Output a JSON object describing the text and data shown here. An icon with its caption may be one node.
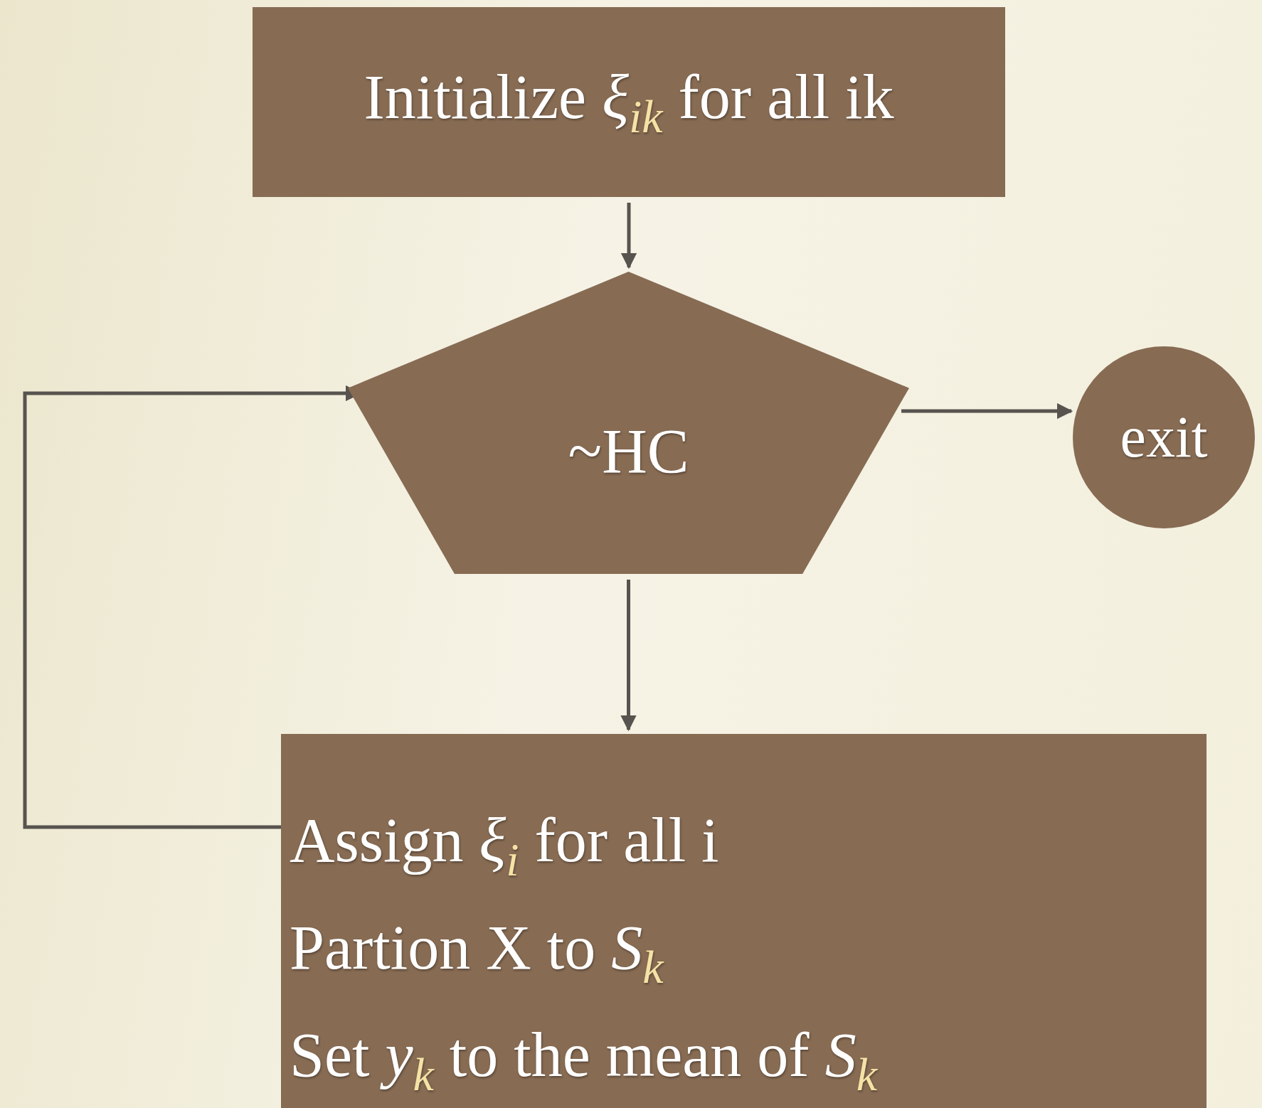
{
  "diagram": {
    "nodes": [
      {
        "text": [
          "Initialize *ξ*$_{ik}$ for all ik"
        ]
      },
      {
        "text": [
          "~HC"
        ]
      },
      {
        "text": [
          "exit"
        ]
      },
      {
        "text": [
          "Assign *ξ*$_{i}$ for all i",
          "Partion X to *S*$_{k}$",
          "Set *y*$_{k}$ to the mean of *S*$_{k}$"
        ]
      }
    ],
    "edges": [
      {
        "from": 0,
        "to": 1,
        "arrow": "to"
      },
      {
        "from": 1,
        "to": 2,
        "arrow": "to"
      },
      {
        "from": 1,
        "to": 3,
        "arrow": "to"
      },
      {
        "from": 3,
        "to": 1,
        "arrow": "to"
      }
    ]
  }
}
